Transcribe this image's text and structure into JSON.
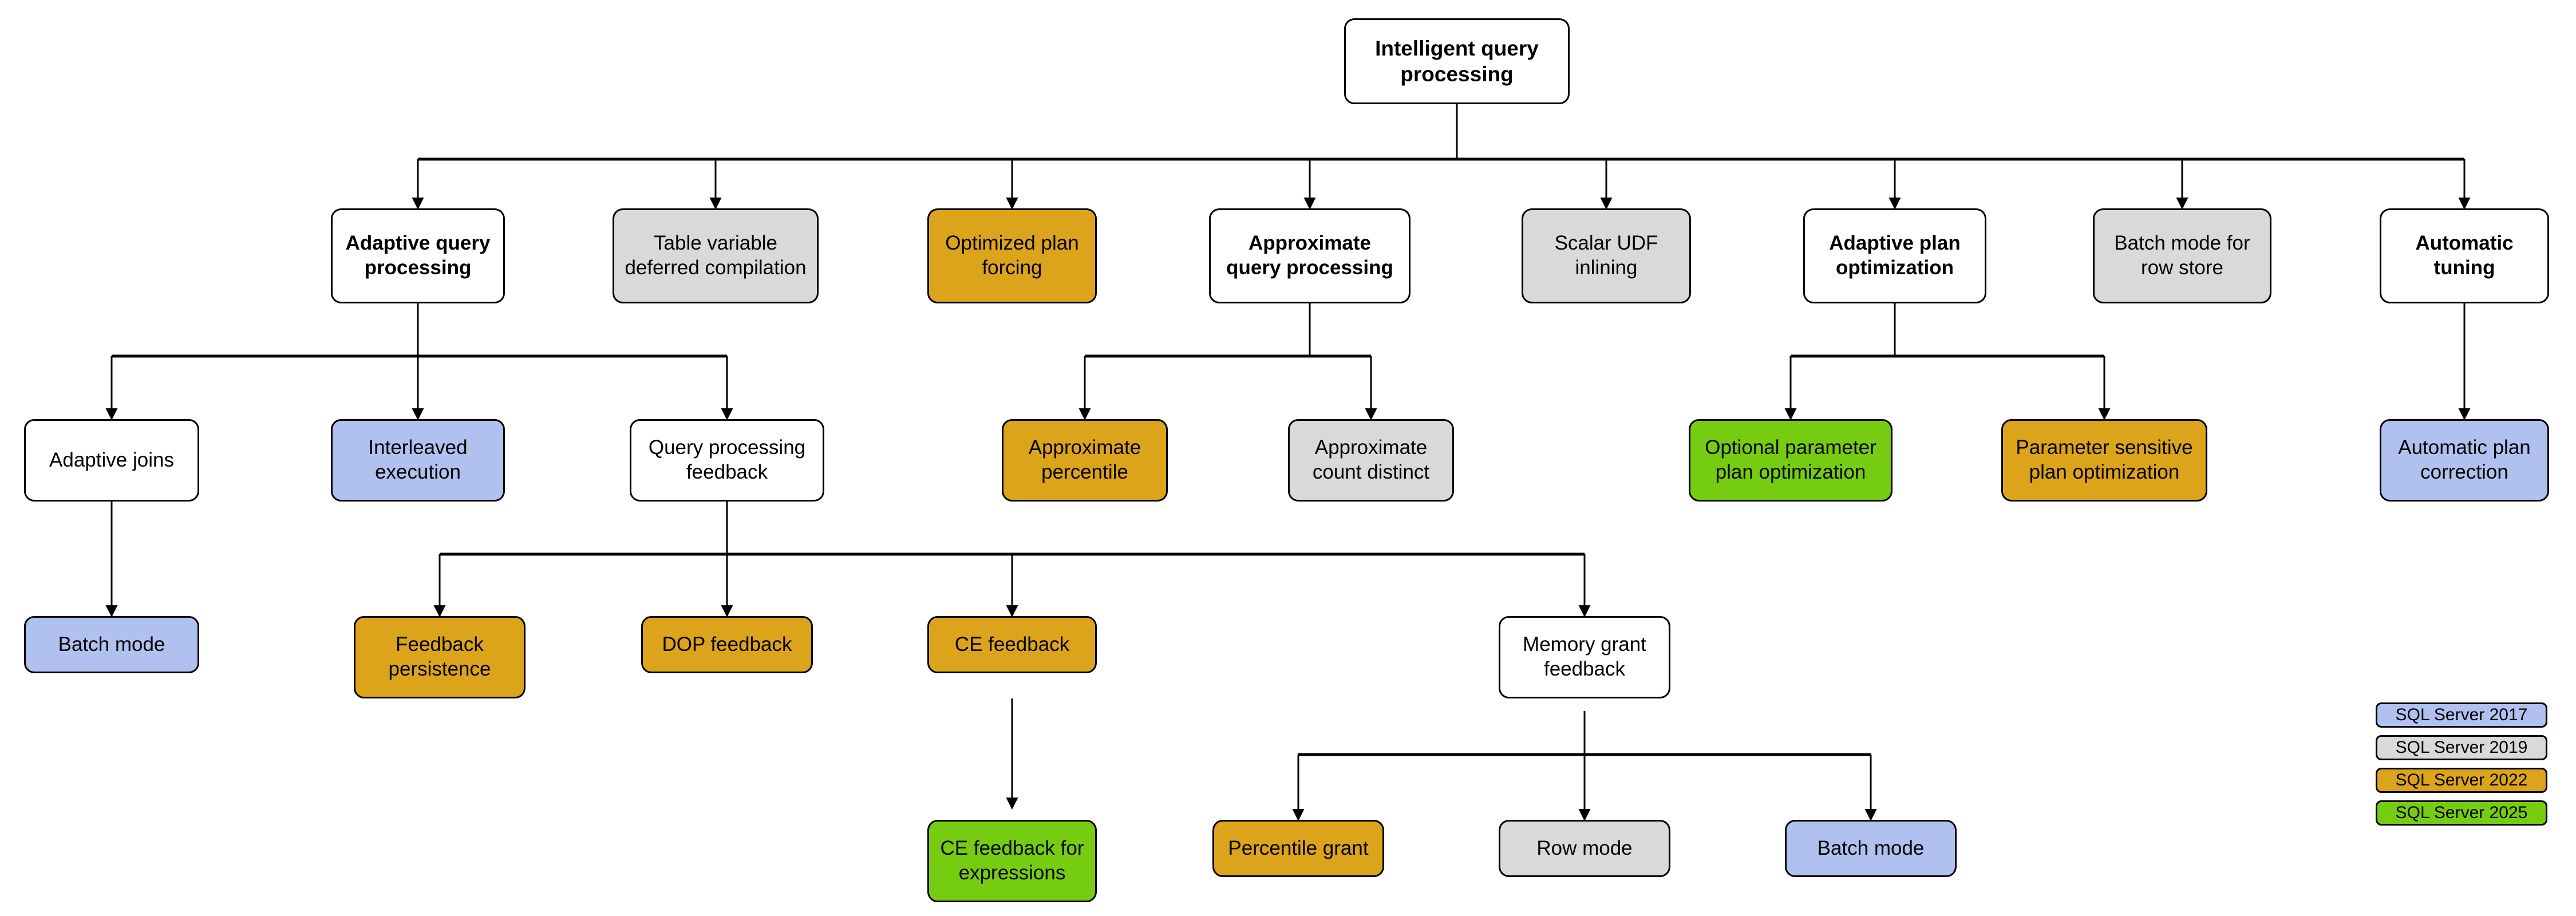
{
  "diagram": {
    "title": "Intelligent query processing",
    "type": "tree",
    "colors": {
      "sql_server_2017": "#b0c1ef",
      "sql_server_2019": "#d9d9d9",
      "sql_server_2022": "#dca41b",
      "sql_server_2025": "#76cc11",
      "default": "#ffffff",
      "stroke": "#000000"
    },
    "nodes": {
      "root": "Intelligent query\nprocessing",
      "adaptive_query_processing": "Adaptive query\nprocessing",
      "table_variable_deferred_compilation": "Table variable\ndeferred compilation",
      "optimized_plan_forcing": "Optimized plan\nforcing",
      "approximate_query_processing": "Approximate\nquery processing",
      "scalar_udf_inlining": "Scalar UDF\ninlining",
      "adaptive_plan_optimization": "Adaptive plan\noptimization",
      "batch_mode_for_row_store": "Batch mode for\nrow store",
      "automatic_tuning": "Automatic\ntuning",
      "adaptive_joins": "Adaptive joins",
      "interleaved_execution": "Interleaved\nexecution",
      "query_processing_feedback": "Query processing\nfeedback",
      "approximate_percentile": "Approximate\npercentile",
      "approximate_count_distinct": "Approximate\ncount distinct",
      "optional_parameter_plan_optimization": "Optional parameter\nplan optimization",
      "parameter_sensitive_plan_optimization": "Parameter sensitive\nplan optimization",
      "automatic_plan_correction": "Automatic plan\ncorrection",
      "batch_mode": "Batch mode",
      "feedback_persistence": "Feedback\npersistence",
      "dop_feedback": "DOP feedback",
      "ce_feedback": "CE feedback",
      "memory_grant_feedback": "Memory grant\nfeedback",
      "ce_feedback_for_expressions": "CE feedback for\nexpressions",
      "percentile_grant": "Percentile grant",
      "row_mode": "Row mode",
      "batch_mode_mgf": "Batch mode"
    },
    "legend": [
      {
        "label": "SQL Server 2017",
        "color": "#b0c1ef"
      },
      {
        "label": "SQL Server 2019",
        "color": "#d9d9d9"
      },
      {
        "label": "SQL Server 2022",
        "color": "#dca41b"
      },
      {
        "label": "SQL Server 2025",
        "color": "#76cc11"
      }
    ]
  }
}
